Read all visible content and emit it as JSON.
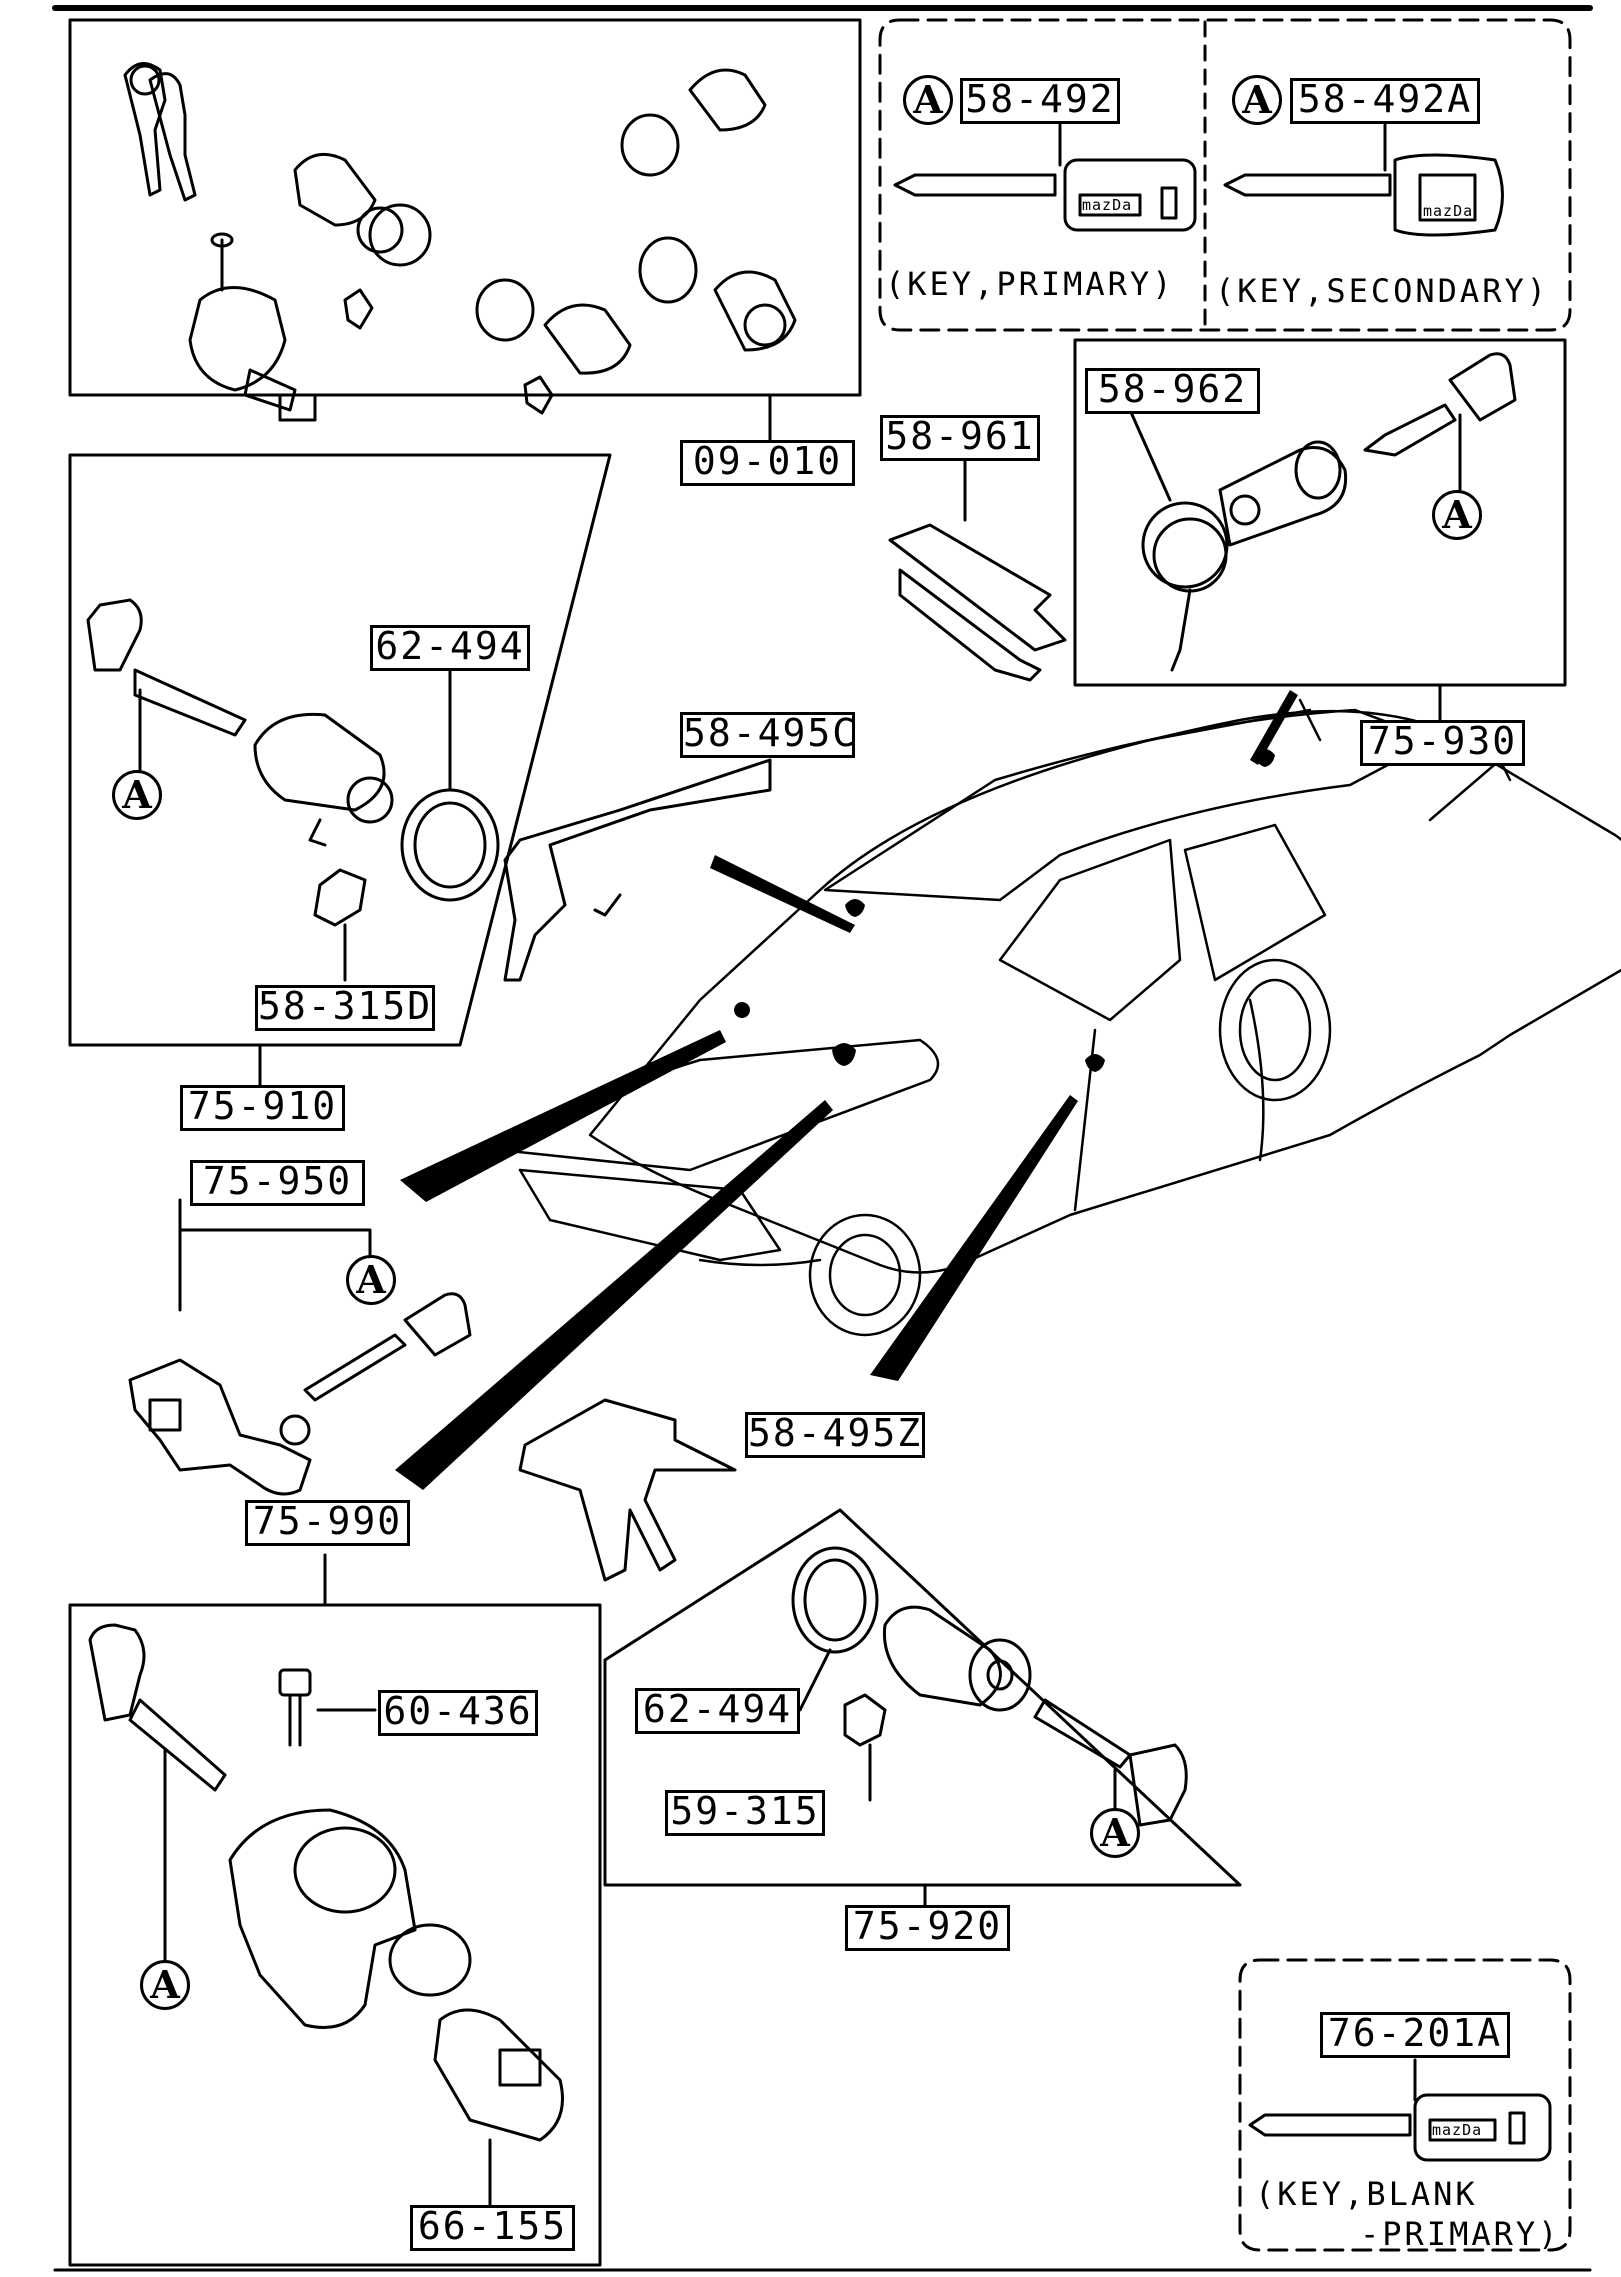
{
  "labels": {
    "kit_top": "09-010",
    "key_primary": "58-492",
    "key_secondary": "58-492A",
    "cylinder_trunk": "58-962",
    "retainer_trunk": "58-961",
    "lock_trunk": "75-930",
    "gasket_left": "62-494",
    "retainer_front": "58-495C",
    "clip_left": "58-315D",
    "lock_left_door": "75-910",
    "lock_glovebox": "75-950",
    "lock_steering": "75-990",
    "retainer_bottom": "58-495Z",
    "gasket_right": "62-494",
    "clip_right": "59-315",
    "lock_right_door": "75-920",
    "bolt": "60-436",
    "switch": "66-155",
    "key_blank": "76-201A"
  },
  "callout_letter": "A",
  "captions": {
    "key_primary": "(KEY,PRIMARY)",
    "key_secondary": "(KEY,SECONDARY)",
    "key_blank_line1": "(KEY,BLANK",
    "key_blank_line2": "-PRIMARY)"
  },
  "brand_on_key": "mazDa"
}
